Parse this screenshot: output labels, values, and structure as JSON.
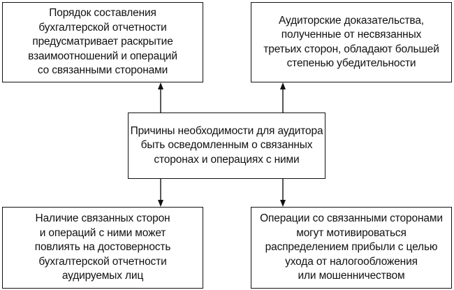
{
  "diagram": {
    "center": {
      "lines": [
        "Причины необходимости для аудитора",
        "быть осведомленным о связанных",
        "сторонах и операциях с ними"
      ]
    },
    "top_left": {
      "lines": [
        "Порядок составления",
        "бухгалтерской отчетности",
        "предусматривает раскрытие",
        "взаимоотношений и операций",
        "со связанными сторонами"
      ]
    },
    "top_right": {
      "lines": [
        "Аудиторские доказательства,",
        "полученные от несвязанных",
        "третьих сторон, обладают большей",
        "степенью убедительности"
      ]
    },
    "bottom_left": {
      "lines": [
        "Наличие связанных сторон",
        "и операций с ними может",
        "повлиять на достоверность",
        "бухгалтерской отчетности",
        "аудируемых лиц"
      ]
    },
    "bottom_right": {
      "lines": [
        "Операции со связанными сторонами",
        "могут мотивироваться",
        "распределением прибыли с целью",
        "ухода от налогообложения",
        "или мошенничеством"
      ]
    }
  }
}
